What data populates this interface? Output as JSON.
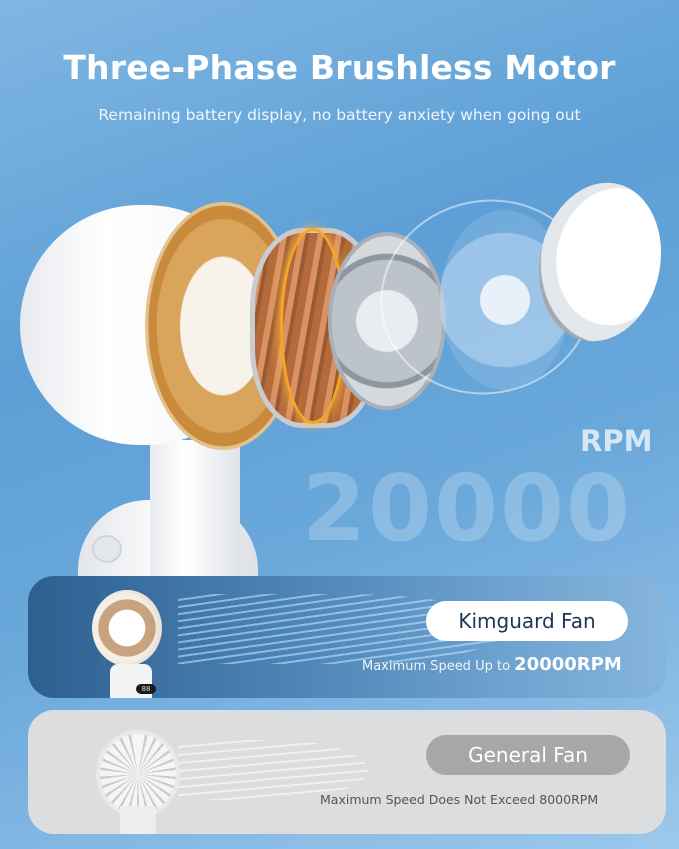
{
  "header": {
    "title": "Three-Phase Brushless Motor",
    "subtitle": "Remaining battery display, no battery anxiety when going out"
  },
  "rpm_feature": {
    "unit_label": "RPM",
    "value": "20000"
  },
  "comparison": {
    "kimguard": {
      "label": "Kimguard Fan",
      "speed_prefix": "Maximum Speed Up to ",
      "speed_value": "20000RPM",
      "display_reading": "88"
    },
    "general": {
      "label": "General Fan",
      "speed_text": "Maximum Speed Does Not Exceed 8000RPM"
    }
  },
  "colors": {
    "background_blue": "#5d9fd6",
    "kimguard_card": "#2d5f8f",
    "general_card": "#dcdddf",
    "general_pill": "#a6a7a9",
    "kimguard_pill_text": "#1e3556",
    "motor_copper": "#b56a3b",
    "ring_gold": "#d9a55c"
  }
}
